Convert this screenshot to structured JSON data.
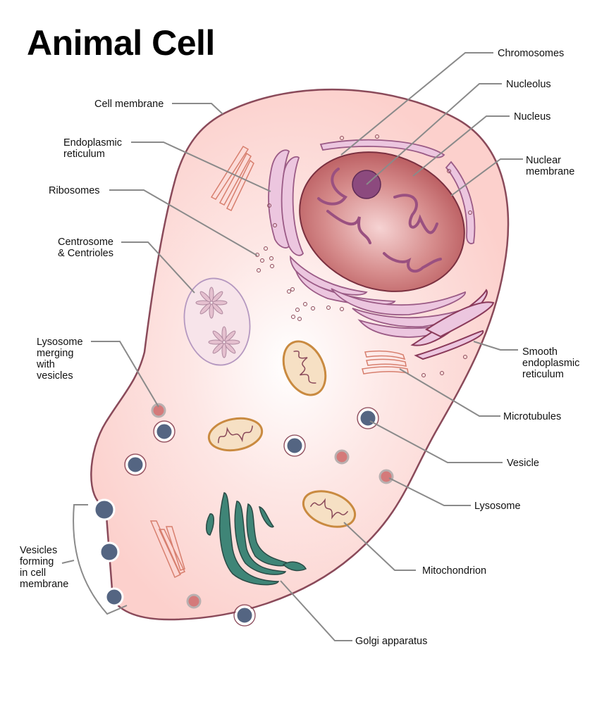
{
  "title": "Animal Cell",
  "colors": {
    "cytoplasm": "#fcd3d0",
    "membrane": "#8a4a5a",
    "nucleus": "#b85a5e",
    "nucleolus": "#8c4a7e",
    "er": "#e8c0dc",
    "golgi": "#3f8577",
    "vesicle": "#546582",
    "lysosome": "#d47a7a",
    "mitochondrion_outer": "#c98a40",
    "mitochondrion_fill": "#f6e0c4",
    "microtubule": "#d77f6e",
    "centrosome": "#f5dfe6",
    "leader": "#8a8a8a"
  },
  "labels": {
    "chromosomes": "Chromosomes",
    "nucleolus": "Nucleolus",
    "nucleus": "Nucleus",
    "nuclear_membrane": [
      "Nuclear",
      "membrane"
    ],
    "cell_membrane": "Cell membrane",
    "endoplasmic_reticulum": [
      "Endoplasmic",
      "reticulum"
    ],
    "ribosomes": "Ribosomes",
    "centrosome": [
      "Centrosome",
      "& Centrioles"
    ],
    "lysosome_merging": [
      "Lysosome",
      "merging",
      "with",
      "vesicles"
    ],
    "smooth_er": [
      "Smooth",
      "endoplasmic",
      "reticulum"
    ],
    "microtubules": "Microtubules",
    "vesicle": "Vesicle",
    "lysosome": "Lysosome",
    "vesicles_forming": [
      "Vesicles",
      "forming",
      "in cell",
      "membrane"
    ],
    "mitochondrion": "Mitochondrion",
    "golgi": "Golgi apparatus"
  }
}
